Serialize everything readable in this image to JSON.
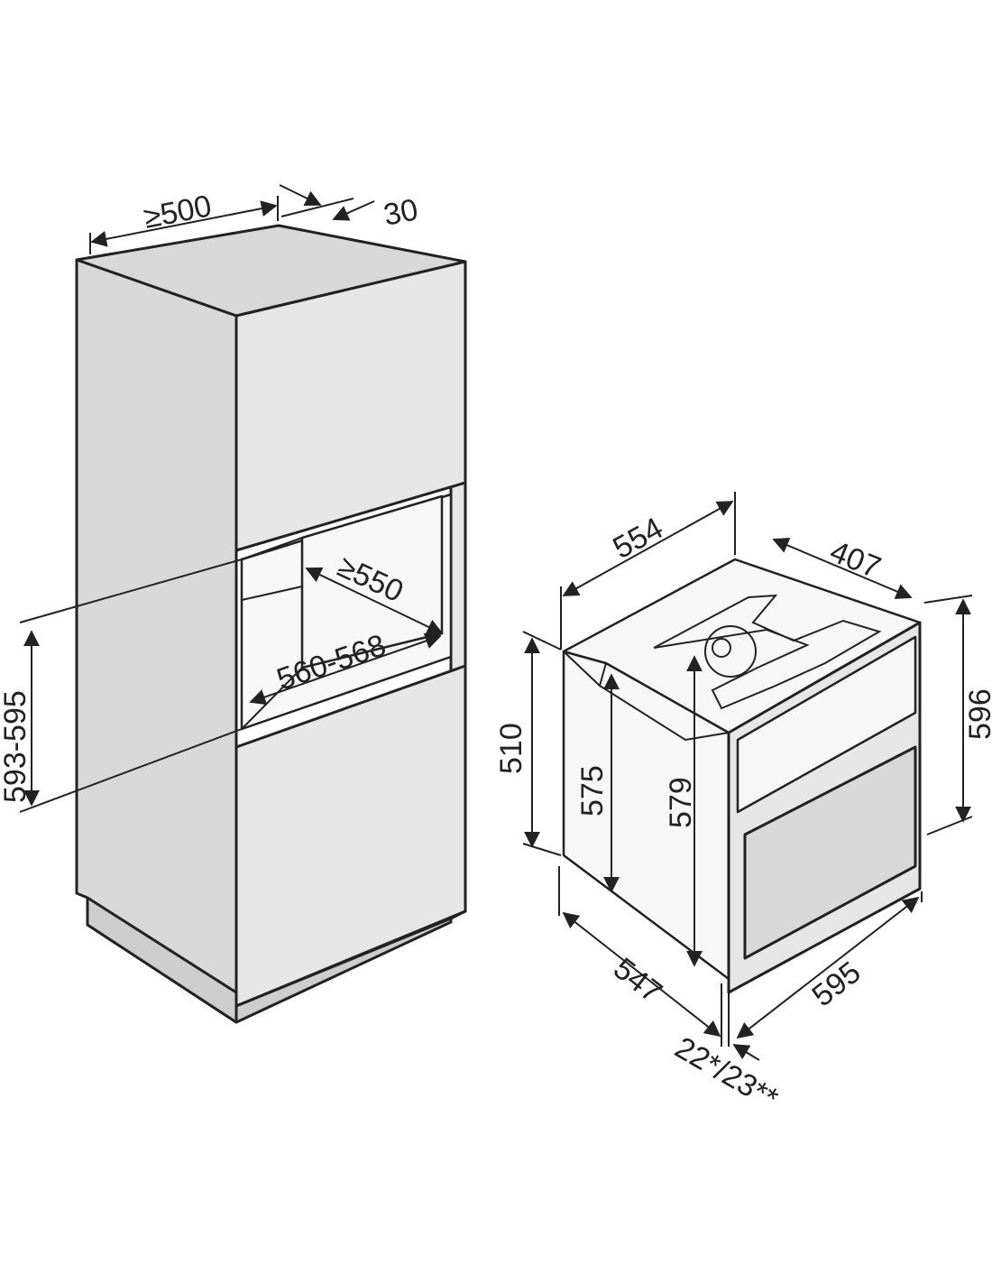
{
  "colors": {
    "line": "#222222",
    "cabinet_fill": "#e6e6e6",
    "side_fill": "#d8d8d8",
    "background": "#ffffff"
  },
  "niche_labels": {
    "depth_min": "≥500",
    "top_gap": "30",
    "inner_depth_min": "≥550",
    "inner_width": "560-568",
    "inner_height": "593-595"
  },
  "oven_labels": {
    "total_depth": "554",
    "top_depth": "407",
    "total_height": "596",
    "body_height": "510",
    "body_front_height": "575",
    "front_height": "579",
    "body_depth": "547",
    "front_width": "595",
    "front_thickness": "22*/23**"
  }
}
